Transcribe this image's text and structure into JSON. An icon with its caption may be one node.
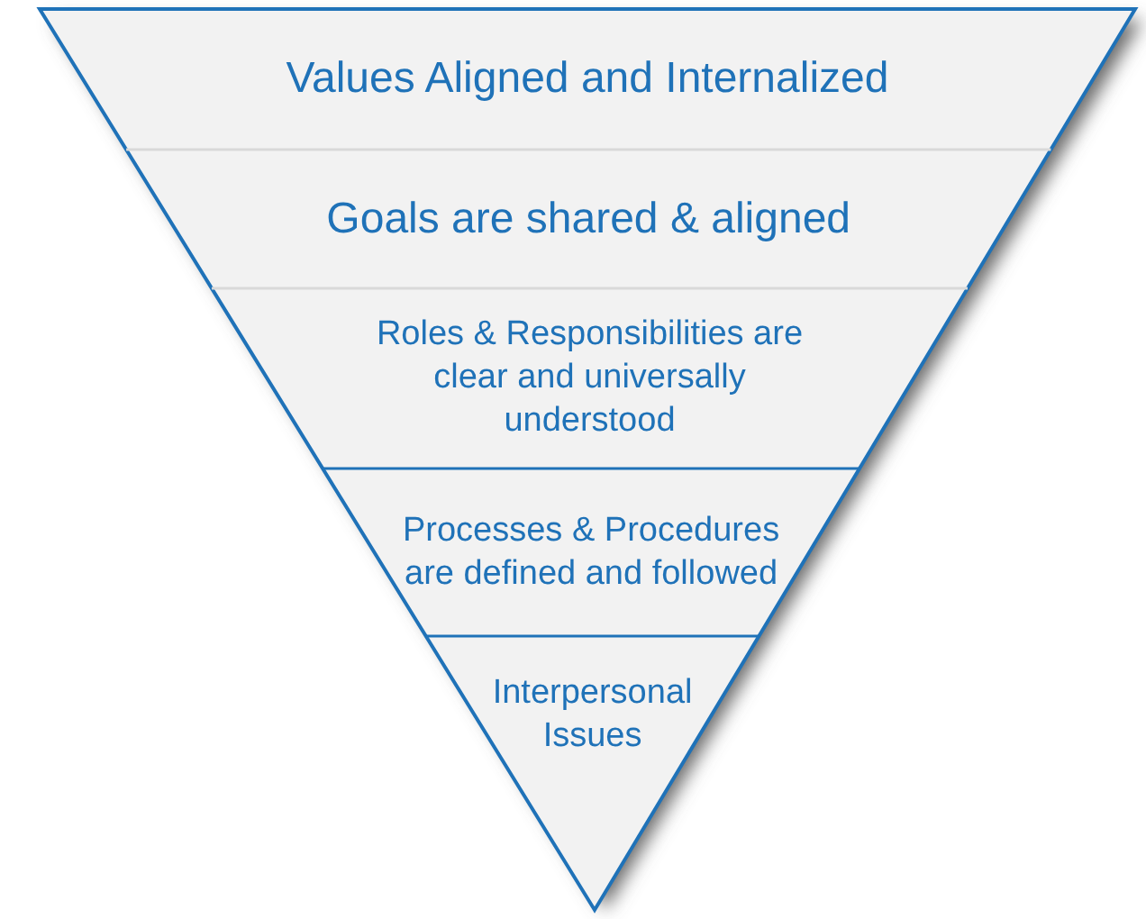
{
  "diagram": {
    "nodes": [
      {
        "text": [
          "Values Aligned and Internalized"
        ]
      },
      {
        "text": [
          "Goals are shared & aligned"
        ]
      },
      {
        "text": [
          "Roles & Responsibilities are clear and universally understood"
        ]
      },
      {
        "text": [
          "Processes & Procedures are defined and followed"
        ]
      },
      {
        "text": [
          "Interpersonal Issues"
        ]
      }
    ]
  }
}
